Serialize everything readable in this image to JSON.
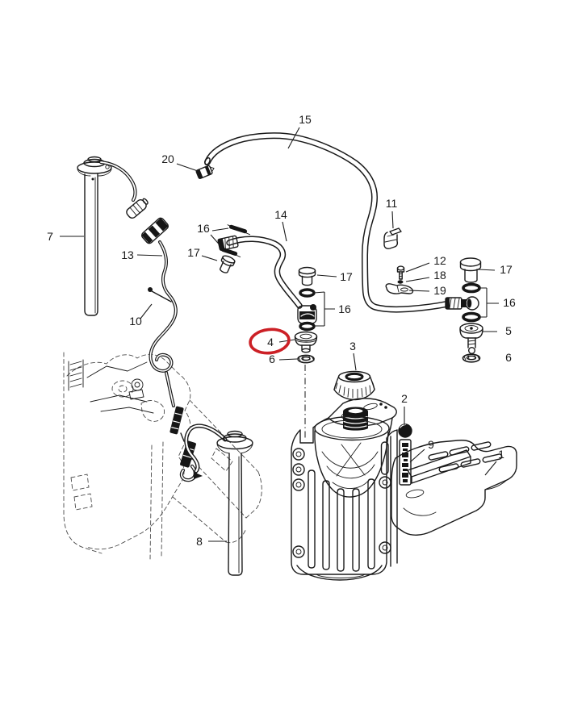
{
  "diagram": {
    "background_color": "#ffffff",
    "line_color": "#1a1a1a",
    "highlight_color": "#cc2026",
    "highlighted_part": "4"
  },
  "callouts": {
    "p1": {
      "label": "1"
    },
    "p2": {
      "label": "2"
    },
    "p3": {
      "label": "3"
    },
    "p4": {
      "label": "4"
    },
    "p5": {
      "label": "5"
    },
    "p6_mid": {
      "label": "6"
    },
    "p6_right": {
      "label": "6"
    },
    "p7": {
      "label": "7"
    },
    "p8": {
      "label": "8"
    },
    "p9": {
      "label": "9"
    },
    "p10": {
      "label": "10"
    },
    "p11": {
      "label": "11"
    },
    "p12": {
      "label": "12"
    },
    "p13": {
      "label": "13"
    },
    "p14": {
      "label": "14"
    },
    "p15": {
      "label": "15"
    },
    "p16_left": {
      "label": "16"
    },
    "p16_mid": {
      "label": "16"
    },
    "p16_right": {
      "label": "16"
    },
    "p17_left": {
      "label": "17"
    },
    "p17_mid": {
      "label": "17"
    },
    "p17_right": {
      "label": "17"
    },
    "p18": {
      "label": "18"
    },
    "p19": {
      "label": "19"
    },
    "p20": {
      "label": "20"
    }
  }
}
